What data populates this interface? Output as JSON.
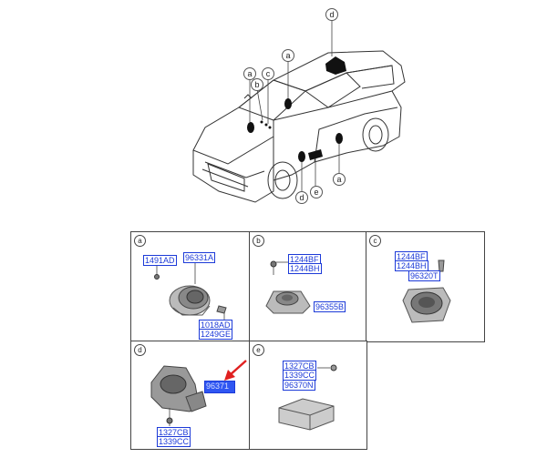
{
  "diagram": {
    "callouts": [
      {
        "id": "d-top",
        "label": "d"
      },
      {
        "id": "a-roof",
        "label": "a"
      },
      {
        "id": "a-left",
        "label": "a"
      },
      {
        "id": "b-left",
        "label": "b"
      },
      {
        "id": "c-left",
        "label": "c"
      },
      {
        "id": "a-right",
        "label": "a"
      },
      {
        "id": "d-bottom",
        "label": "d"
      },
      {
        "id": "e-bottom",
        "label": "e"
      }
    ]
  },
  "panels": {
    "a": {
      "tag": "a",
      "parts": [
        "1491AD",
        "96331A",
        "1018AD",
        "1249GE"
      ]
    },
    "b": {
      "tag": "b",
      "parts": [
        "1244BF",
        "1244BH",
        "96355B"
      ]
    },
    "c": {
      "tag": "c",
      "parts": [
        "1244BF",
        "1244BH",
        "96320T"
      ]
    },
    "d": {
      "tag": "d",
      "parts": [
        "96371",
        "1327CB",
        "1339CC"
      ]
    },
    "e": {
      "tag": "e",
      "parts": [
        "1327CB",
        "1339CC",
        "96370N"
      ]
    }
  },
  "colors": {
    "part_number": "#1c3ad8",
    "highlight": "#2f56f2",
    "arrow": "#e02020",
    "line": "#444444"
  }
}
